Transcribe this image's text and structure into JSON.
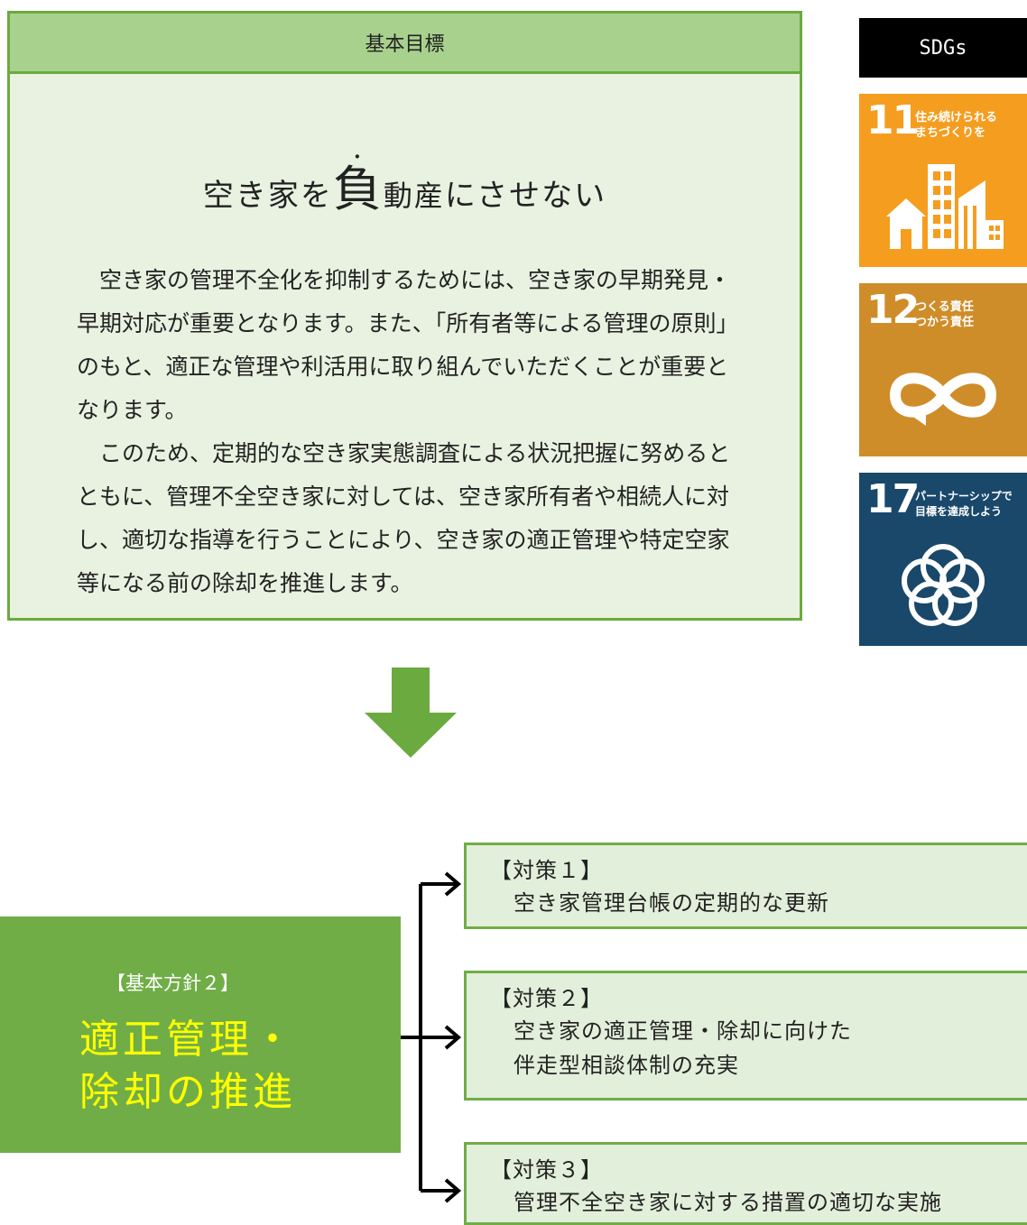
{
  "goal": {
    "header": "基本目標",
    "title_part1": "空き家を",
    "title_emphasis": "負",
    "title_part2": "動産",
    "title_part3": "にさせない",
    "emphasis_dot": "・",
    "para1": "空き家の管理不全化を抑制するためには、空き家の早期発見・早期対応が重要となります。また、「所有者等による管理の原則」のもと、適正な管理や利活用に取り組んでいただくことが重要となります。",
    "para2": "このため、定期的な空き家実態調査による状況把握に努めるとともに、管理不全空き家に対しては、空き家所有者や相続人に対し、適切な指導を行うことにより、空き家の適正管理や特定空家等になる前の除却を推進します。"
  },
  "sdgs": {
    "header": "SDGs",
    "goals": [
      {
        "number": "11",
        "line1": "住み続けられる",
        "line2": "まちづくりを",
        "color": "#f59d1f",
        "icon": "city-buildings-icon"
      },
      {
        "number": "12",
        "line1": "つくる責任",
        "line2": "つかう責任",
        "color": "#cf8d2a",
        "icon": "infinity-loop-icon"
      },
      {
        "number": "17",
        "line1": "パートナーシップで",
        "line2": "目標を達成しよう",
        "color": "#19486a",
        "icon": "interlocking-rings-icon"
      }
    ]
  },
  "policy": {
    "label": "【基本方針２】",
    "title_line1": "適正管理・",
    "title_line2": "除却の推進"
  },
  "measures": [
    {
      "label": "【対策１】",
      "line1": "空き家管理台帳の定期的な更新",
      "line2": ""
    },
    {
      "label": "【対策２】",
      "line1": "空き家の適正管理・除却に向けた",
      "line2": "伴走型相談体制の充実"
    },
    {
      "label": "【対策３】",
      "line1": "管理不全空き家に対する措置の適切な実施",
      "line2": ""
    }
  ],
  "colors": {
    "goal_border": "#6aaa3f",
    "goal_header_bg": "#a9d18e",
    "goal_bg": "#e9f2e1",
    "policy_bg": "#70ad47",
    "policy_title": "#ffff00",
    "measure_bg": "#e2efda",
    "arrow": "#6aaa3f"
  }
}
